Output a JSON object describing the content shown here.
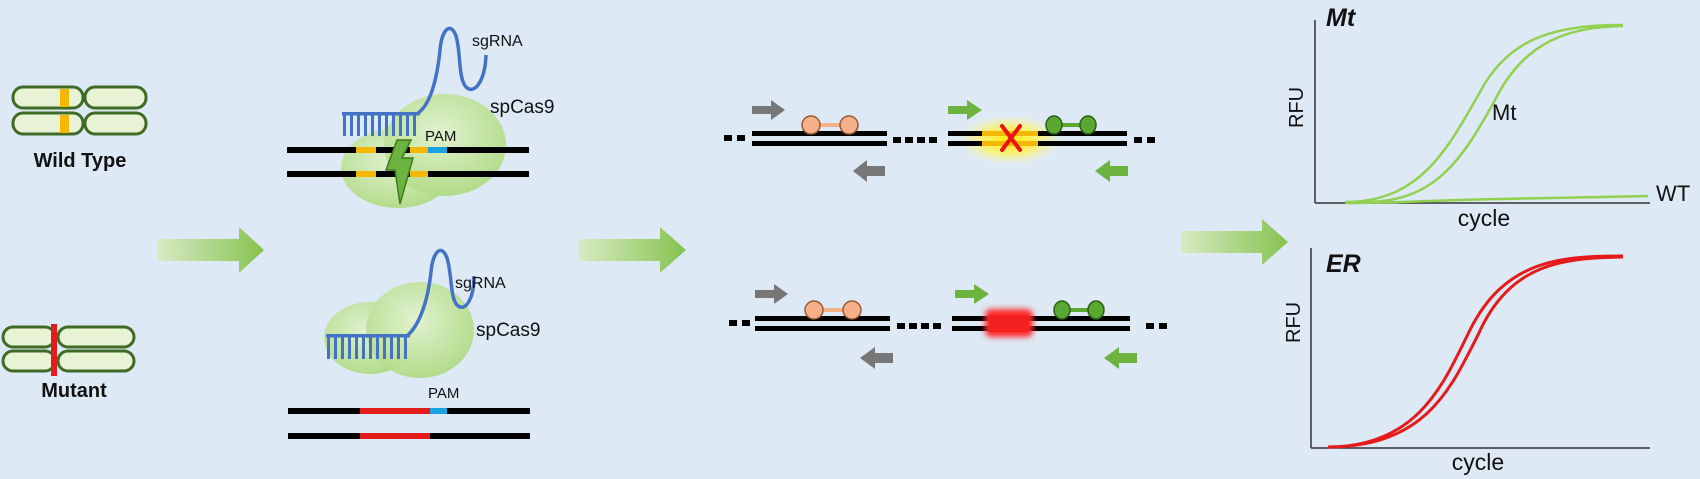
{
  "labels": {
    "wild_type": "Wild Type",
    "mutant": "Mutant",
    "sgrna": "sgRNA",
    "spcas9": "spCas9",
    "pam": "PAM"
  },
  "charts": {
    "mt": {
      "title": "Mt",
      "ylabel": "RFU",
      "xlabel": "cycle",
      "series_labels": [
        "Mt",
        "WT"
      ]
    },
    "er": {
      "title": "ER",
      "ylabel": "RFU",
      "xlabel": "cycle"
    }
  },
  "colors": {
    "background": "#dde9f5",
    "chromosome_fill": "#e8f3d6",
    "chromosome_stroke": "#3e6b25",
    "wild_type_band": "#f5b800",
    "mutant_band": "#e41b1b",
    "sgrna": "#4472c4",
    "cas9": "#b3dc8a",
    "pam": "#1aa3e0",
    "primer_forward_gray": "#777777",
    "primer_green": "#6cb33f",
    "probe_orange": "#f6b08a",
    "probe_green": "#5aa832",
    "curve_mt": "#92d050",
    "curve_er": "#e41b1b"
  }
}
